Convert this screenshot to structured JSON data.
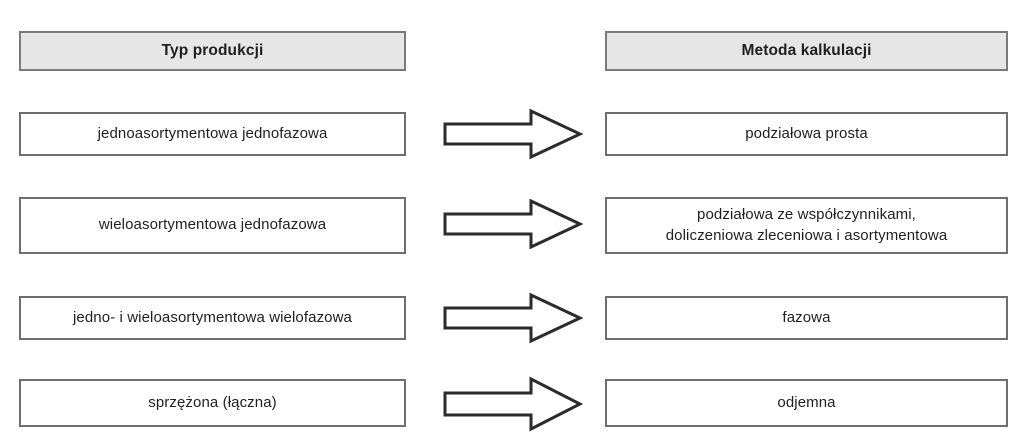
{
  "diagram": {
    "type": "two-column-mapping",
    "columns": {
      "left": {
        "header": "Typ produkcji"
      },
      "right": {
        "header": "Metoda kalkulacji"
      }
    },
    "connector": {
      "icon": "right-arrow-icon",
      "count": 4
    },
    "rows": [
      {
        "left": "jednoasortymentowa jednofazowa",
        "right_line1": "podziałowa prosta",
        "right_line2": ""
      },
      {
        "left": "wieloasortymentowa jednofazowa",
        "right_line1": "podziałowa ze współczynnikami,",
        "right_line2": "doliczeniowa zleceniowa i asortymentowa"
      },
      {
        "left": "jedno- i wieloasortymentowa wielofazowa",
        "right_line1": "fazowa",
        "right_line2": ""
      },
      {
        "left": "sprzężona (łączna)",
        "right_line1": "odjemna",
        "right_line2": ""
      }
    ]
  },
  "colors": {
    "header_fill": "#e6e6e6",
    "box_border": "#6e6e6e",
    "arrow_stroke": "#2b2b2b",
    "arrow_fill": "#ffffff",
    "text": "#1f1f1f",
    "background": "#ffffff"
  }
}
